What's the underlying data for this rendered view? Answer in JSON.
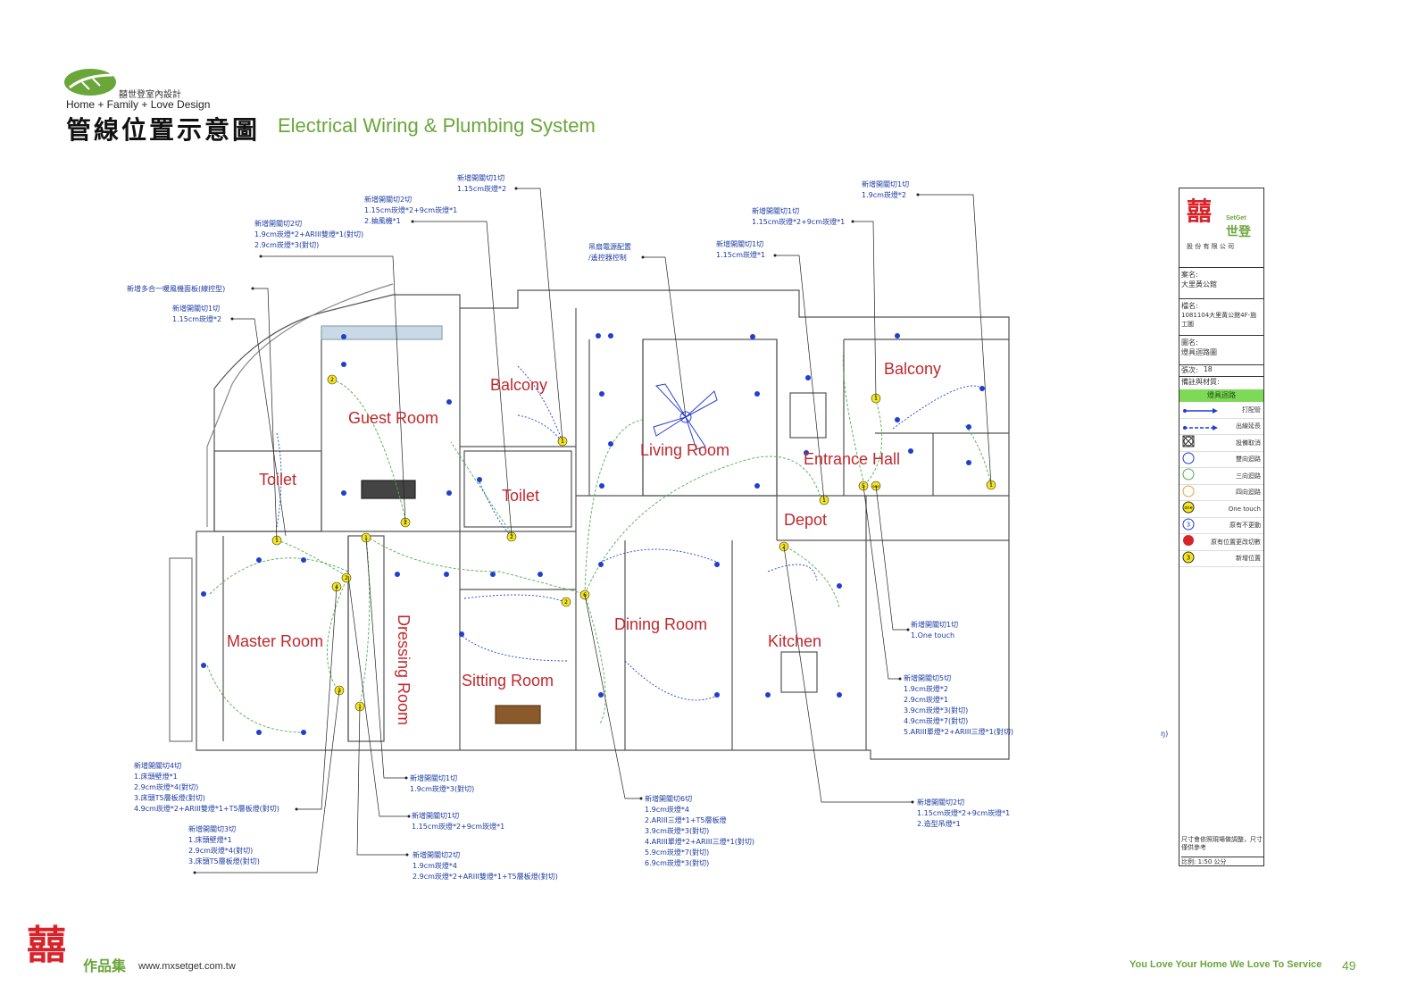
{
  "brand": {
    "name_zh": "囍世登室內設計",
    "tagline": "Home + Family + Love Design"
  },
  "title": {
    "zh": "管線位置示意圖",
    "en": "Electrical Wiring & Plumbing System"
  },
  "rooms": [
    {
      "key": "guest",
      "label": "Guest Room"
    },
    {
      "key": "balcony1",
      "label": "Balcony"
    },
    {
      "key": "living",
      "label": "Living Room"
    },
    {
      "key": "balcony2",
      "label": "Balcony"
    },
    {
      "key": "entrance",
      "label": "Entrance Hall"
    },
    {
      "key": "toilet1",
      "label": "Toilet"
    },
    {
      "key": "toilet2",
      "label": "Toilet"
    },
    {
      "key": "depot",
      "label": "Depot"
    },
    {
      "key": "master",
      "label": "Master Room"
    },
    {
      "key": "dressing",
      "label": "Dressing Room"
    },
    {
      "key": "sitting",
      "label": "Sitting Room"
    },
    {
      "key": "dining",
      "label": "Dining Room"
    },
    {
      "key": "kitchen",
      "label": "Kitchen"
    }
  ],
  "notes": [
    {
      "key": "n1",
      "lines": [
        "新增開關切1切",
        "1.15cm崁燈*2"
      ]
    },
    {
      "key": "n2",
      "lines": [
        "新增開關切2切",
        "1.15cm崁燈*2+9cm崁燈*1",
        "2.抽風機*1"
      ]
    },
    {
      "key": "n3",
      "lines": [
        "新增開關切2切",
        "1.9cm崁燈*2+ARIII雙燈*1(對切)",
        "2.9cm崁燈*3(對切)"
      ]
    },
    {
      "key": "n4",
      "lines": [
        "新增多合一暖風機面板(線控型)"
      ]
    },
    {
      "key": "n5",
      "lines": [
        "新增開關切1切",
        "1.15cm崁燈*2"
      ]
    },
    {
      "key": "n6",
      "lines": [
        "吊扇電源配置",
        "/遙控器控制"
      ]
    },
    {
      "key": "n7",
      "lines": [
        "新增開關切1切",
        "1.15cm崁燈*2+9cm崁燈*1"
      ]
    },
    {
      "key": "n8",
      "lines": [
        "新增開關切1切",
        "1.15cm崁燈*1"
      ]
    },
    {
      "key": "n9",
      "lines": [
        "新增開關切1切",
        "1.9cm崁燈*2"
      ]
    },
    {
      "key": "n10",
      "lines": [
        "新增開關切1切",
        "1.One touch"
      ]
    },
    {
      "key": "n11",
      "lines": [
        "新增開關切5切",
        "1.9cm崁燈*2",
        "2.9cm崁燈*1",
        "3.9cm崁燈*3(對切)",
        "4.9cm崁燈*7(對切)",
        "5.ARIII單燈*2+ARIII三燈*1(對切)"
      ]
    },
    {
      "key": "n12",
      "lines": [
        "新增開關切4切",
        "1.床頭壁燈*1",
        "2.9cm崁燈*4(對切)",
        "3.床頭T5層板燈(對切)",
        "4.9cm崁燈*2+ARIII雙燈*1+T5層板燈(對切)"
      ]
    },
    {
      "key": "n13",
      "lines": [
        "新增開關切3切",
        "1.床頭壁燈*1",
        "2.9cm崁燈*4(對切)",
        "3.床頭T5層板燈(對切)"
      ]
    },
    {
      "key": "n14",
      "lines": [
        "新增開關切1切",
        "1.9cm崁燈*3(對切)"
      ]
    },
    {
      "key": "n15",
      "lines": [
        "新增開關切1切",
        "1.15cm崁燈*2+9cm崁燈*1"
      ]
    },
    {
      "key": "n16",
      "lines": [
        "新增開關切2切",
        "1.9cm崁燈*4",
        "2.9cm崁燈*2+ARIII雙燈*1+T5層板燈(對切)"
      ]
    },
    {
      "key": "n17",
      "lines": [
        "新增開關切6切",
        "1.9cm崁燈*4",
        "2.ARIII三燈*1+T5層板燈",
        "3.9cm崁燈*3(對切)",
        "4.ARIII單燈*2+ARIII三燈*1(對切)",
        "5.9cm崁燈*7(對切)",
        "6.9cm崁燈*3(對切)"
      ]
    },
    {
      "key": "n18",
      "lines": [
        "新增開關切2切",
        "1.15cm崁燈*2+9cm崁燈*1",
        "2.造型吊燈*1"
      ]
    }
  ],
  "stray_mark": "ŋ)",
  "titleblock": {
    "company_en": "SetGet",
    "company_zh": "世登",
    "company_sub": "股 份 有 限 公 司",
    "case_label": "案名:",
    "case_value": "大里黃公館",
    "file_label": "檔名:",
    "file_value": "1081104大里黃公館4F-施工圖",
    "drawing_label": "圖名:",
    "drawing_value": "燈具迴路圖",
    "sheet_label": "張次:",
    "sheet_value": "18",
    "remarks_label": "備註與材質:",
    "section_header": "燈具迴路",
    "legend": [
      {
        "symbol": "solid-arrow",
        "label": "打配管"
      },
      {
        "symbol": "dashed-arrow",
        "label": "出線延長"
      },
      {
        "symbol": "crossed-box",
        "label": "設備取消"
      },
      {
        "symbol": "circle-blue",
        "label": "雙向迴路"
      },
      {
        "symbol": "circle-green",
        "label": "三向迴路"
      },
      {
        "symbol": "circle-orange",
        "label": "四向迴路"
      },
      {
        "symbol": "one-touch",
        "label": "One touch"
      },
      {
        "symbol": "numbered-outline",
        "label": "原有不更動"
      },
      {
        "symbol": "red-dot",
        "label": "原有位置更改切數"
      },
      {
        "symbol": "numbered-yellow",
        "label": "新增位置"
      }
    ],
    "footnote": "尺寸會依照現場做調整，尺寸僅供參考",
    "scale": "比例: 1:50 公分"
  },
  "footer": {
    "logo_text": "作品集",
    "url": "www.mxsetget.com.tw",
    "slogan": "You Love Your Home We Love To Service",
    "page": "49"
  },
  "colors": {
    "brand_green": "#6aa63a",
    "room_label": "#c0282d",
    "note_text": "#1a3aa0",
    "titleblock_header": "#7ed957",
    "circuit_green": "#4caf50",
    "circuit_blue": "#1f3fd0",
    "marker_yellow": "#f5e61b",
    "logo_red": "#d8232a"
  }
}
